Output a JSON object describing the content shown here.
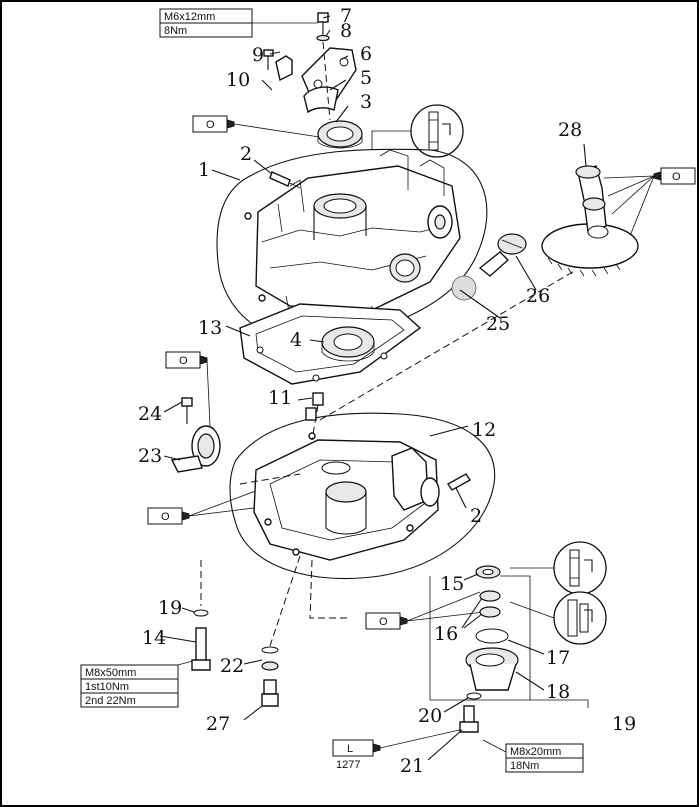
{
  "frame": {
    "border_color": "#000000",
    "background": "#ffffff"
  },
  "callouts": [
    "1",
    "2",
    "3",
    "4",
    "5",
    "6",
    "7",
    "8",
    "9",
    "10",
    "11",
    "12",
    "13",
    "14",
    "15",
    "16",
    "17",
    "18",
    "19",
    "20",
    "21",
    "22",
    "23",
    "24",
    "25",
    "26",
    "27",
    "28"
  ],
  "extra_callouts": {
    "second_2": "2",
    "second_19": "19"
  },
  "specs": {
    "top_bolt": {
      "size": "M6x12mm",
      "torque": "8Nm"
    },
    "long_bolt": {
      "size": "M8x50mm",
      "torque_1": "1st10Nm",
      "torque_2": "2nd 22Nm"
    },
    "bottom_bolt": {
      "size": "M8x20mm",
      "torque": "18Nm"
    }
  },
  "symbols": {
    "oil_marker": "O",
    "loctite_marker": "L",
    "loctite_code": "1277"
  },
  "icons": [
    "oil-can-icon",
    "seal-lip-detail-icon",
    "loctite-tube-icon"
  ]
}
